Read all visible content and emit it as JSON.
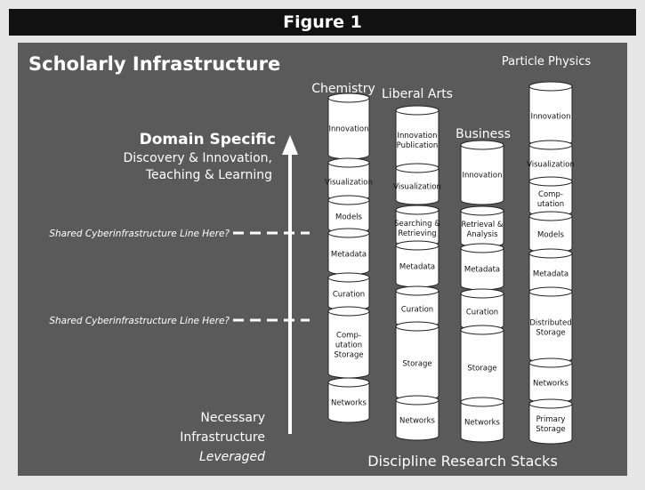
{
  "figure_label": "Figure 1",
  "heading": "Scholarly Infrastructure",
  "footer": "Discipline Research Stacks",
  "axis": {
    "top_title": "Domain Specific",
    "top_line1": "Discovery & Innovation,",
    "top_line2": "Teaching & Learning",
    "bottom_line1": "Necessary",
    "bottom_line2": "Infrastructure",
    "bottom_line3": "Leveraged"
  },
  "shared_lines": [
    "Shared Cyberinfrastructure Line Here?",
    "Shared Cyberinfrastructure Line Here?"
  ],
  "stacks": [
    {
      "name": "Chemistry",
      "items": [
        [
          "Innovation"
        ],
        [
          "Visualization"
        ],
        [
          "Models"
        ],
        [
          "Metadata"
        ],
        [
          "Curation"
        ],
        [
          "Comp-",
          "utation",
          "Storage"
        ],
        [
          "Networks"
        ]
      ]
    },
    {
      "name": "Liberal Arts",
      "items": [
        [
          "Innovation",
          "Publication"
        ],
        [
          "Visualization"
        ],
        [
          "Searching &",
          "Retrieving"
        ],
        [
          "Metadata"
        ],
        [
          "Curation"
        ],
        [
          "Storage"
        ],
        [
          "Networks"
        ]
      ]
    },
    {
      "name": "Business",
      "items": [
        [
          "Innovation"
        ],
        [
          "Retrieval &",
          "Analysis"
        ],
        [
          "Metadata"
        ],
        [
          "Curation"
        ],
        [
          "Storage"
        ],
        [
          "Networks"
        ]
      ]
    },
    {
      "name": "Particle Physics",
      "items": [
        [
          "Innovation"
        ],
        [
          "Visualization"
        ],
        [
          "Comp-",
          "utation"
        ],
        [
          "Models"
        ],
        [
          "Metadata"
        ],
        [
          "Distributed",
          "Storage"
        ],
        [
          "Networks"
        ],
        [
          "Primary",
          "Storage"
        ]
      ]
    }
  ],
  "colors": {
    "panel": "#5a5a5a",
    "cylinder": "#ffffff",
    "text_light": "#ffffff",
    "text_dark": "#111111"
  }
}
